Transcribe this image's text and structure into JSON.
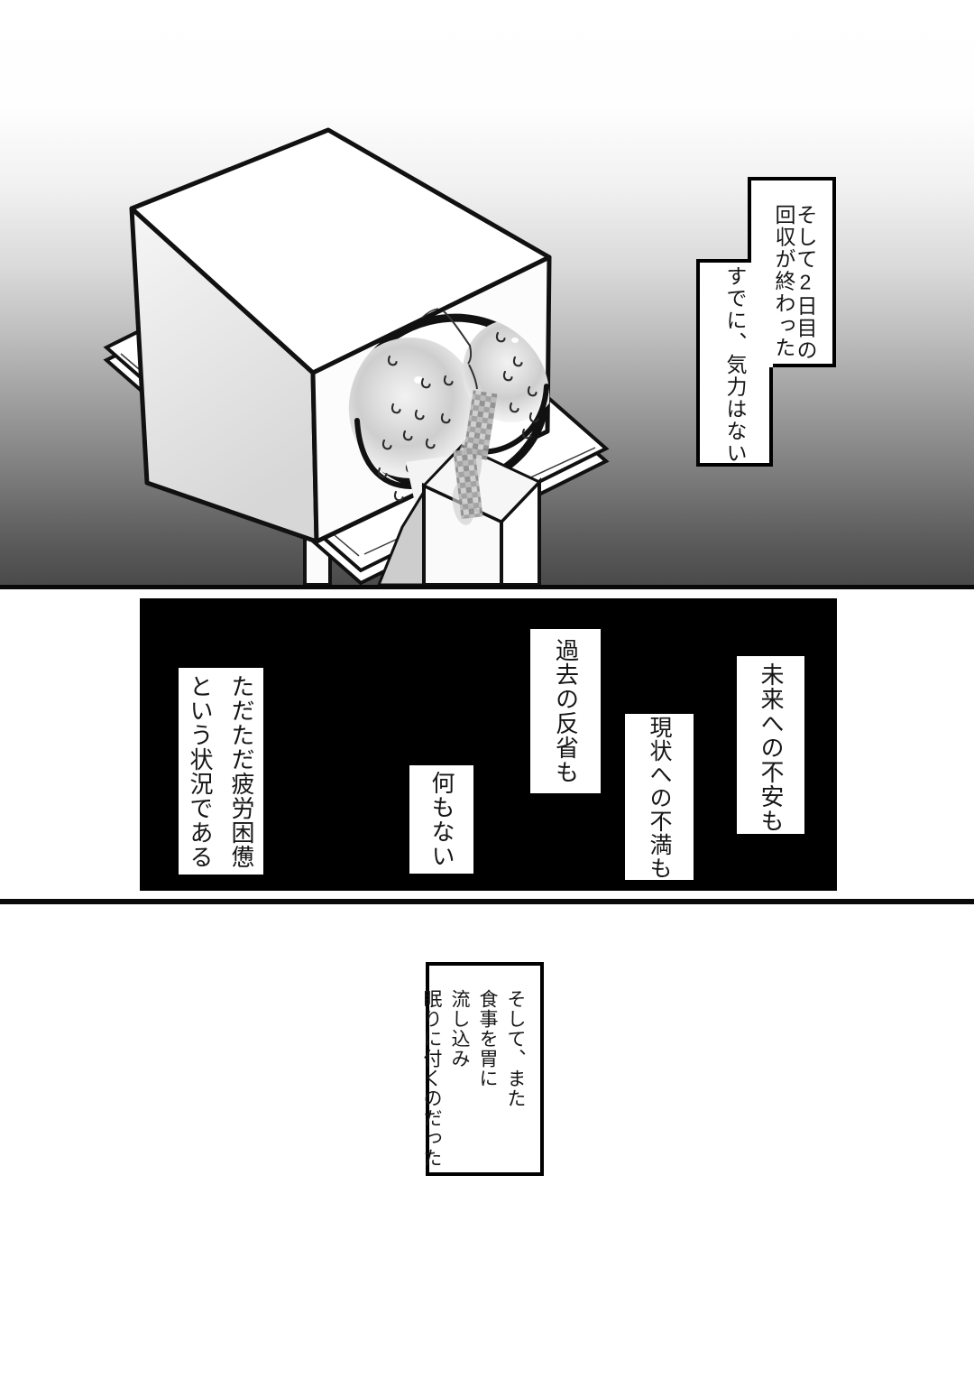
{
  "page_title": "manga-page",
  "top_section": {
    "narration_box_1": {
      "lines": [
        "そして2日目の",
        "回収が終わった"
      ]
    },
    "narration_box_2": {
      "lines": [
        "すでに、気力はない"
      ]
    },
    "illustration": {
      "subject": "monochrome line drawing of a large box on a table platform with an oval opening and mosaic censor",
      "colors": {
        "outline": "#111111",
        "background_top": "#ffffff",
        "background_bottom": "#4a4a4a",
        "left_face_shade": "#d7d7d7",
        "lobe_shade": "#cecece",
        "mosaic_gray": "#9e9e9e",
        "panel_black": "#000000"
      }
    }
  },
  "black_panel": {
    "captions": [
      {
        "id": "past",
        "lines": [
          "過去の反省も"
        ]
      },
      {
        "id": "future",
        "lines": [
          "未来への不安も"
        ]
      },
      {
        "id": "present",
        "lines": [
          "現状への不満も"
        ]
      },
      {
        "id": "nothing",
        "lines": [
          "何もない"
        ]
      },
      {
        "id": "state",
        "lines": [
          "ただただ疲労困憊",
          "という状況である"
        ]
      }
    ]
  },
  "bottom_section": {
    "narration_box": {
      "lines": [
        "そして、また",
        "食事を胃に",
        "流し込み",
        "眠りに付くのだった"
      ]
    }
  }
}
